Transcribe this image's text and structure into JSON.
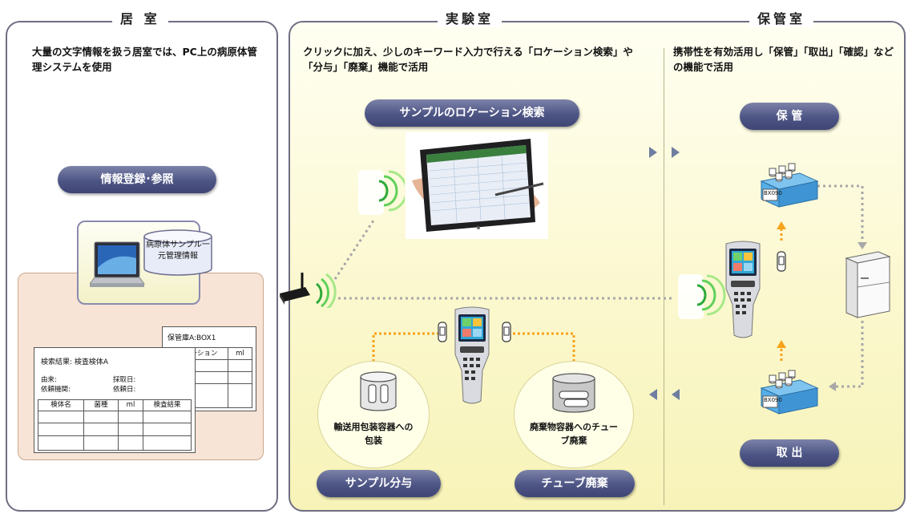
{
  "sections": {
    "left_title": "居 室",
    "middle_title": "実験室",
    "right_title": "保管室"
  },
  "descriptions": {
    "left": "大量の文字情報を扱う居室では、PC上の病原体管理システムを使用",
    "middle": "クリックに加え、少しのキーワード入力で行える「ロケーション検索」や「分与」「廃棄」機能で活用",
    "right": "携帯性を有効活用し「保管」「取出」「確認」などの機能で活用"
  },
  "buttons": {
    "info": "情報登録･参照",
    "location_search": "サンプルのロケーション検索",
    "storage": "保 管",
    "retrieval": "取 出",
    "distribution": "サンプル分与",
    "tube_disposal": "チューブ廃棄"
  },
  "labels": {
    "database": "病原体サンプル一元管理情報",
    "packaging": "輸送用包装容器への包装",
    "disposal": "廃棄物容器へのチューブ廃棄",
    "box_label": "BX090"
  },
  "doc_back": {
    "title": "保管庫A:BOX1",
    "headers": [
      "ロケーション",
      "ml"
    ]
  },
  "doc_front": {
    "title": "検索結果: 検査検体A",
    "field1": "由来:",
    "field2": "採取日:",
    "field3": "依頼機関:",
    "field4": "依頼日:",
    "headers": [
      "検体名",
      "菌種",
      "ml",
      "検査結果"
    ]
  },
  "colors": {
    "pill": "#4d5585",
    "panel_border": "#6e6e84",
    "lab_bg": "#fbf8cf",
    "pink_connector": "#d400c8",
    "orange_arrow": "#f7a21b",
    "gray_dots": "#a8a8a8"
  }
}
